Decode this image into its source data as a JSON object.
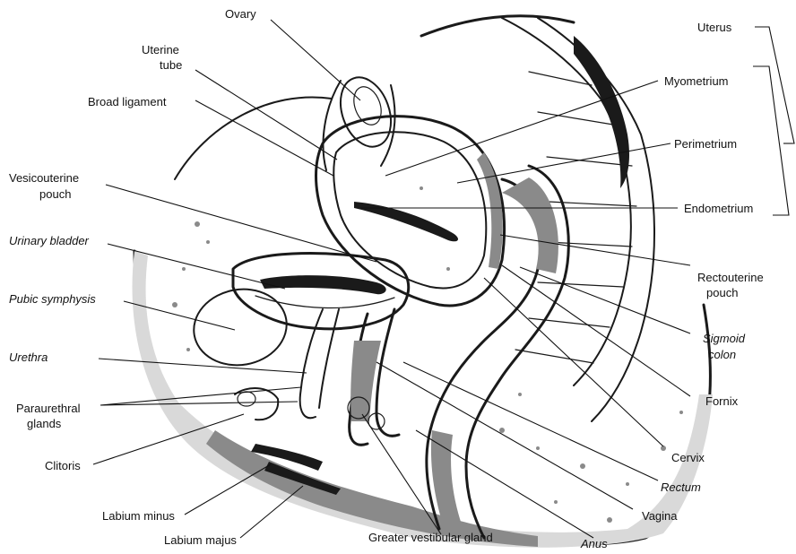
{
  "labels": {
    "ovary": "Ovary",
    "uterine_tube_1": "Uterine",
    "uterine_tube_2": "tube",
    "broad_ligament": "Broad ligament",
    "vesicouterine_1": "Vesicouterine",
    "vesicouterine_2": "pouch",
    "urinary_bladder": "Urinary bladder",
    "pubic_symphysis": "Pubic symphysis",
    "urethra": "Urethra",
    "paraurethral_1": "Paraurethral",
    "paraurethral_2": "glands",
    "clitoris": "Clitoris",
    "labium_minus": "Labium minus",
    "labium_majus": "Labium majus",
    "greater_vestibular_gland": "Greater vestibular gland",
    "anus": "Anus",
    "vagina": "Vagina",
    "rectum": "Rectum",
    "cervix": "Cervix",
    "fornix": "Fornix",
    "sigmoid_colon_1": "Sigmoid",
    "sigmoid_colon_2": "colon",
    "rectouterine_1": "Rectouterine",
    "rectouterine_2": "pouch",
    "endometrium": "Endometrium",
    "perimetrium": "Perimetrium",
    "myometrium": "Myometrium",
    "uterus": "Uterus"
  }
}
